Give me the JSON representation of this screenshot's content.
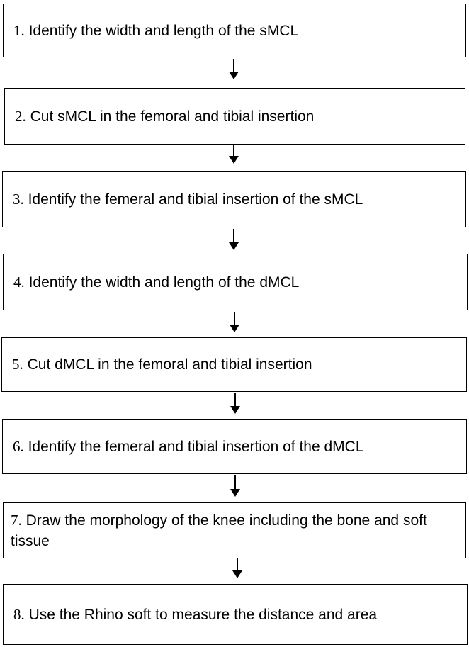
{
  "steps": [
    {
      "num": "1.",
      "text": "Identify the width and length of the sMCL"
    },
    {
      "num": "2.",
      "text": "Cut sMCL in the femoral and tibial insertion"
    },
    {
      "num": "3.",
      "text": "Identify the femeral and tibial insertion of the sMCL"
    },
    {
      "num": "4.",
      "text": "Identify the width and length of the dMCL"
    },
    {
      "num": "5.",
      "text": "Cut dMCL in the femoral and tibial insertion"
    },
    {
      "num": "6.",
      "text": "Identify the femeral and tibial insertion of the dMCL"
    },
    {
      "num": "7.",
      "text": "Draw the morphology of the knee including the bone and soft tissue"
    },
    {
      "num": "8.",
      "text": "Use the Rhino soft to measure the distance and area"
    }
  ]
}
